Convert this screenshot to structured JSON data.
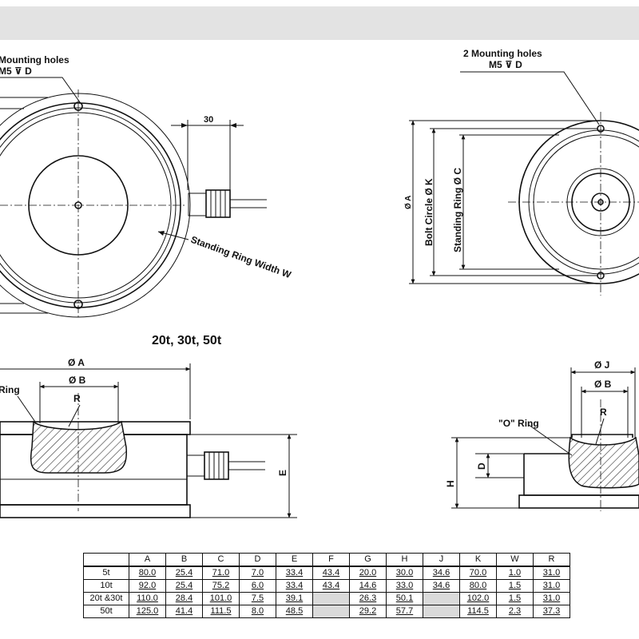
{
  "labels": {
    "mounting_holes_left": "Mounting holes",
    "mounting_spec_left": "M5 ⊽ D",
    "mounting_holes_right": "2 Mounting holes",
    "mounting_spec_right": "M5 ⊽ D",
    "dim_30": "30",
    "standing_ring_width": "Standing Ring Width W",
    "dia_a_vertical": "Ø A",
    "bolt_circle": "Bolt Circle Ø K",
    "standing_ring": "Standing Ring Ø C",
    "model_caption": "20t, 30t, 50t",
    "section_dia_a": "Ø A",
    "section_dia_b": "Ø B",
    "section_r": "R",
    "section_ring_left": "Ring",
    "section_e": "E",
    "right_dia_j": "Ø J",
    "right_dia_b": "Ø B",
    "right_r": "R",
    "right_o_ring": "\"O\" Ring",
    "right_d": "D",
    "right_h": "H"
  },
  "table": {
    "columns": [
      "A",
      "B",
      "C",
      "D",
      "E",
      "F",
      "G",
      "H",
      "J",
      "K",
      "W",
      "R"
    ],
    "rows": [
      {
        "label": "5t",
        "values": [
          "80.0",
          "25.4",
          "71.0",
          "7.0",
          "33.4",
          "43.4",
          "20.0",
          "30.0",
          "34.6",
          "70.0",
          "1.0",
          "31.0"
        ]
      },
      {
        "label": "10t",
        "values": [
          "92.0",
          "25.4",
          "75.2",
          "6.0",
          "33.4",
          "43.4",
          "14.6",
          "33.0",
          "34.6",
          "80.0",
          "1.5",
          "31.0"
        ]
      },
      {
        "label": "20t &30t",
        "values": [
          "110.0",
          "28.4",
          "101.0",
          "7.5",
          "39.1",
          "",
          "26.3",
          "50.1",
          "",
          "102.0",
          "1.5",
          "31.0"
        ]
      },
      {
        "label": "50t",
        "values": [
          "125.0",
          "41.4",
          "111.5",
          "8.0",
          "48.5",
          "",
          "29.2",
          "57.7",
          "",
          "114.5",
          "2.3",
          "37.3"
        ]
      }
    ]
  }
}
